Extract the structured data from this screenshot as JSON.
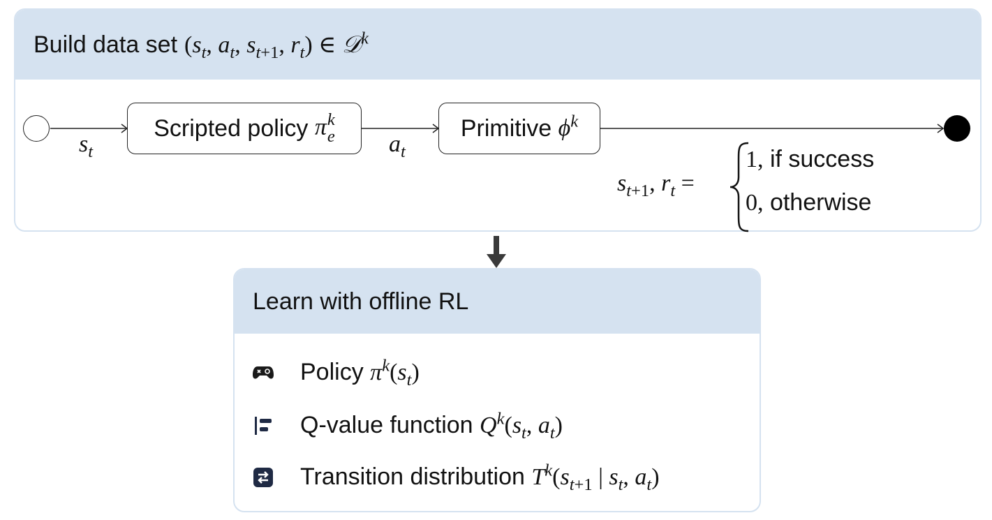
{
  "top_panel": {
    "title_text": "Build data set",
    "title_math": {
      "tuple": [
        "s",
        "a",
        "s",
        "r"
      ],
      "set": "𝒟",
      "set_sup": "k"
    }
  },
  "flow": {
    "state_label": "s",
    "state_sub": "t",
    "policy_node": {
      "text": "Scripted policy",
      "symbol": "π",
      "sub": "e",
      "sup": "k"
    },
    "action_label": "a",
    "action_sub": "t",
    "primitive_node": {
      "text": "Primitive",
      "symbol": "ϕ",
      "sup": "k"
    },
    "reward_cases": [
      {
        "value": "1,",
        "condition": "if success"
      },
      {
        "value": "0,",
        "condition": "otherwise"
      }
    ]
  },
  "bottom_panel": {
    "title": "Learn with offline RL",
    "items": [
      {
        "icon": "gamepad-icon",
        "text": "Policy"
      },
      {
        "icon": "value-bars-icon",
        "text": "Q-value function"
      },
      {
        "icon": "transition-icon",
        "text": "Transition distribution"
      }
    ]
  },
  "colors": {
    "header_fill": "#d5e2f0",
    "border": "#d5e2f0",
    "icon": "#1f2a44",
    "line": "#222222"
  }
}
